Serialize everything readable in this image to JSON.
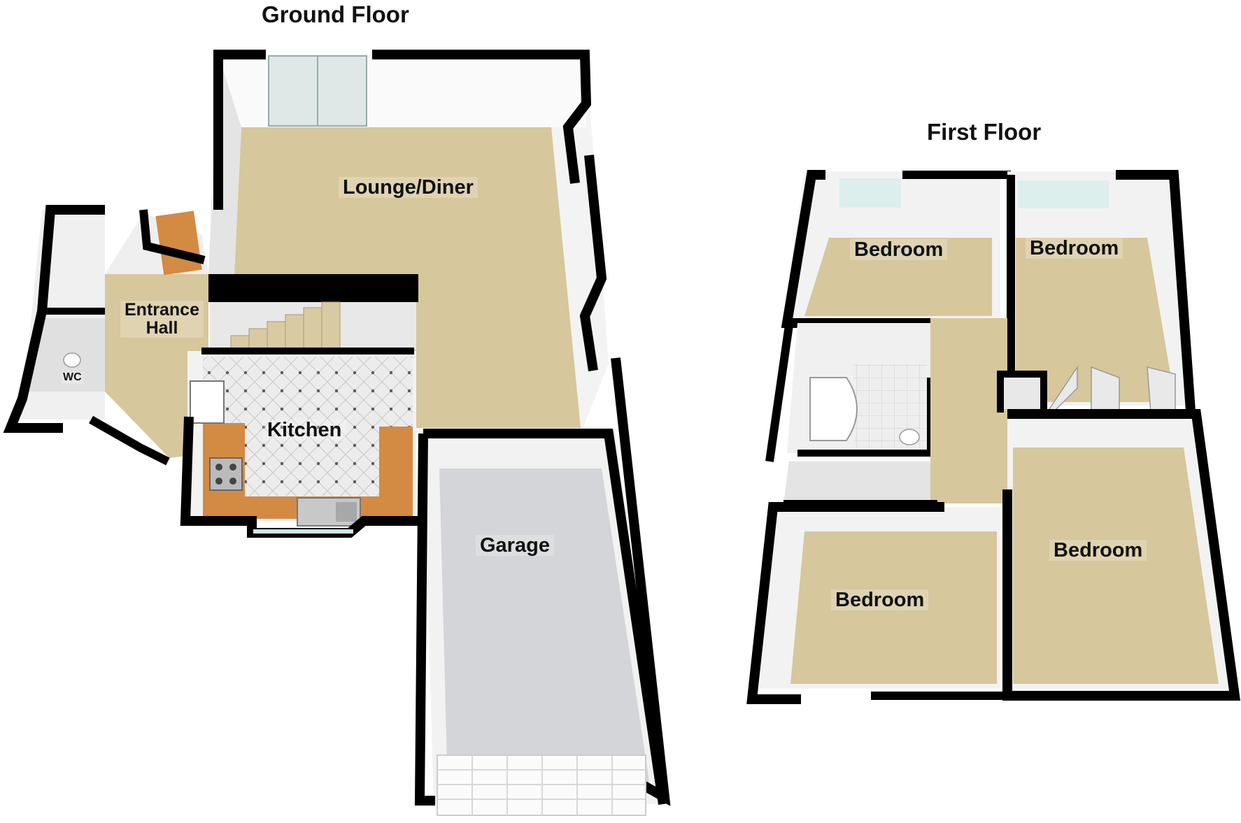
{
  "floors": {
    "ground": {
      "title": "Ground Floor",
      "rooms": {
        "lounge": "Lounge/Diner",
        "entrance_line1": "Entrance",
        "entrance_line2": "Hall",
        "wc": "WC",
        "kitchen": "Kitchen",
        "garage": "Garage"
      }
    },
    "first": {
      "title": "First Floor",
      "rooms": {
        "bedroom_top_left": "Bedroom",
        "bedroom_top_right": "Bedroom",
        "bedroom_bottom_left": "Bedroom",
        "bedroom_bottom_right": "Bedroom"
      }
    }
  },
  "colors": {
    "wall": "#000000",
    "wall_face": "#f4f4f4",
    "carpet": "#d6c79c",
    "garage_floor": "#d3d5d8",
    "kitchen_floor": "#e6e6e6",
    "worktop": "#d38a43",
    "window_glass": "#cfe6e6"
  }
}
